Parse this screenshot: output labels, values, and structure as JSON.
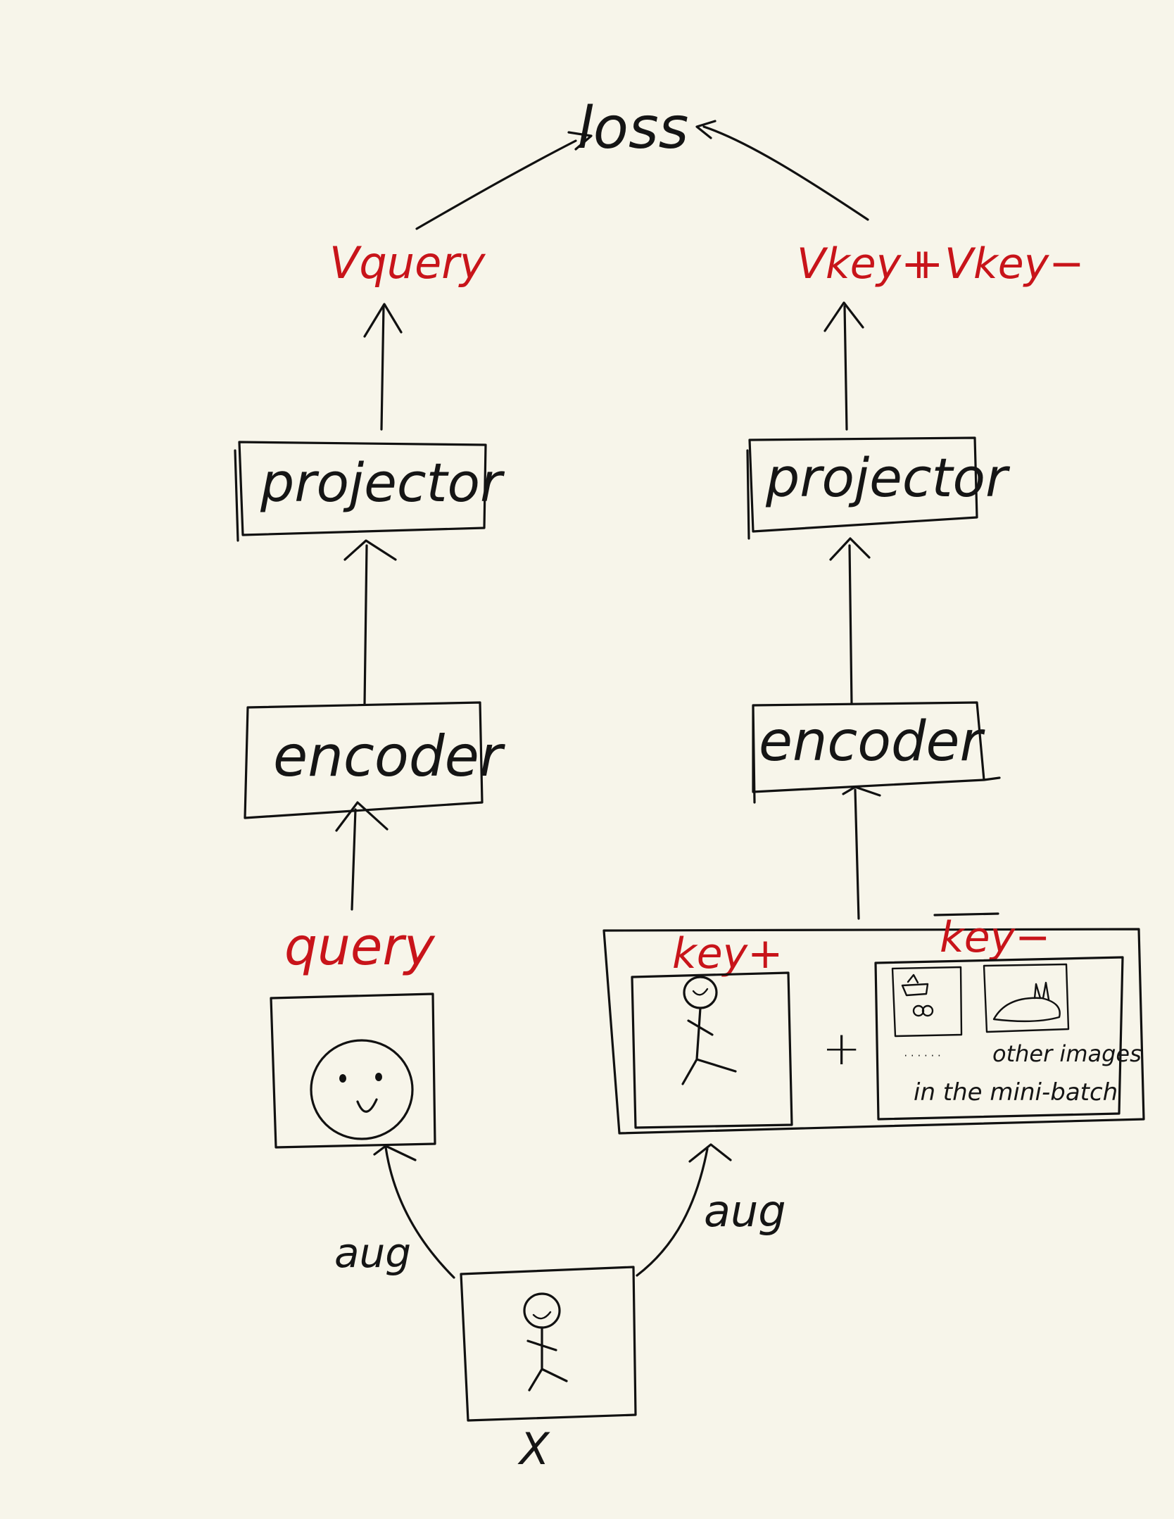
{
  "colors": {
    "background": "#f7f5ea",
    "ink": "#111111",
    "accent": "#c8141a"
  },
  "labels": {
    "loss": "loss",
    "v_query": "Vquery",
    "v_key_pos": "Vkey+",
    "plus_between_keys": "+",
    "v_key_neg": "Vkey−",
    "projector_left": "projector",
    "projector_right": "projector",
    "encoder_left": "encoder",
    "encoder_right": "encoder",
    "query": "query",
    "key_pos": "key+",
    "key_neg": "key−",
    "plus": "+",
    "dots": "······",
    "other_images_line1": "other images",
    "other_images_line2": "in the mini-batch",
    "aug_left": "aug",
    "aug_right": "aug",
    "x": "X"
  }
}
